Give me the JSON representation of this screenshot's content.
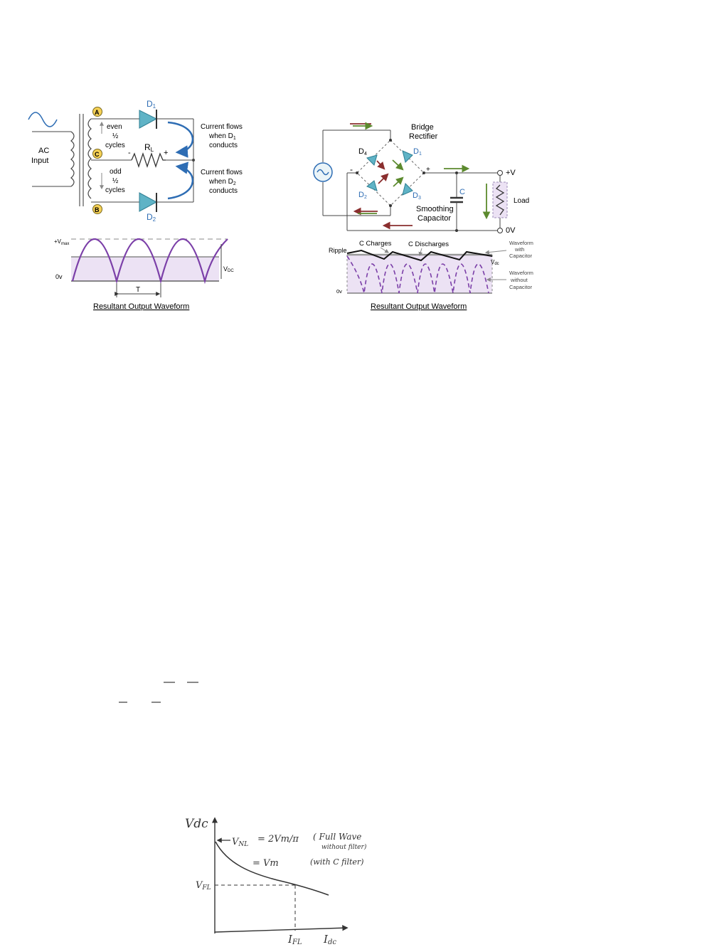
{
  "center_tap": {
    "node_a": "A",
    "node_b": "B",
    "node_c": "C",
    "ac_input_line1": "AC",
    "ac_input_line2": "Input",
    "even_line1": "even",
    "even_line2": "½",
    "even_line3": "cycles",
    "odd_line1": "odd",
    "odd_line2": "½",
    "odd_line3": "cycles",
    "d1_letter": "D",
    "d1_sub": "1",
    "d2_letter": "D",
    "d2_sub": "2",
    "rl_letter": "R",
    "rl_sub": "L",
    "minus": "-",
    "plus": "+",
    "cf1_line1": "Current flows",
    "cf1_line2_pre": "when D",
    "cf1_line2_sub": "1",
    "cf1_line3": "conducts",
    "cf2_line1": "Current flows",
    "cf2_line2_pre": "when D",
    "cf2_line2_sub": "2",
    "cf2_line3": "conducts",
    "vmax_pre": "+V",
    "vmax_sub": "max",
    "zero_v": "0v",
    "vdc_pre": "V",
    "vdc_sub": "DC",
    "period": "T",
    "caption": "Resultant Output Waveform"
  },
  "bridge": {
    "title_line1": "Bridge",
    "title_line2": "Rectifier",
    "d4_letter": "D",
    "d4_sub": "4",
    "d1_letter": "D",
    "d1_sub": "1",
    "d2_letter": "D",
    "d2_sub": "2",
    "d3_letter": "D",
    "d3_sub": "3",
    "minus": "-",
    "plus": "+",
    "cap_label": "C",
    "smoothing_line1": "Smoothing",
    "smoothing_line2": "Capacitor",
    "plus_v": "+V",
    "zero_v": "0V",
    "load": "Load",
    "ripple": "Ripple",
    "c_charges": "C Charges",
    "c_discharges": "C Discharges",
    "vdc_pre": "V",
    "vdc_sub": "dc",
    "with_cap_line1": "Waveform",
    "with_cap_line2": "with",
    "with_cap_line3": "Capacitor",
    "without_cap_line1": "Waveform",
    "without_cap_line2": "without",
    "without_cap_line3": "Capacitor",
    "zero_v_wave": "0v",
    "caption": "Resultant Output Waveform"
  },
  "sketch": {
    "y_axis": "Vdc",
    "vnl_label": "V",
    "vnl_sub": "NL",
    "eq1": "= 2Vm/π",
    "full_wave": "( Full Wave",
    "without_filter": "without filter)",
    "eq2": "= Vm",
    "with_filter": "(with C filter)",
    "vfl": "V",
    "vfl_sub": "FL",
    "ifl": "I",
    "ifl_sub": "FL",
    "idc": "I",
    "idc_sub": "dc"
  },
  "colors": {
    "diode_fill": "#5fb3c6",
    "diode_stroke": "#2f7f93",
    "current_arrow": "#2e6db4",
    "waveform": "#7b3fa8",
    "waveform_fill": "#ece2f4",
    "node_fill": "#f6d155",
    "green_arrow": "#5c8a2e",
    "red_arrow": "#8a2e2e",
    "label_blue": "#2e6db4"
  }
}
